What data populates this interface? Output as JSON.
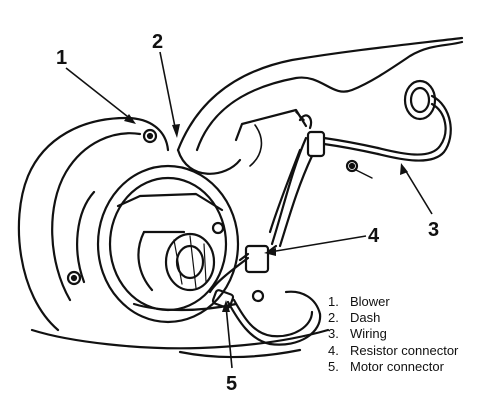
{
  "callouts": [
    "1",
    "2",
    "3",
    "4",
    "5"
  ],
  "legend": [
    {
      "num": "1.",
      "label": "Blower"
    },
    {
      "num": "2.",
      "label": "Dash"
    },
    {
      "num": "3.",
      "label": "Wiring"
    },
    {
      "num": "4.",
      "label": "Resistor connector"
    },
    {
      "num": "5.",
      "label": "Motor connector"
    }
  ]
}
